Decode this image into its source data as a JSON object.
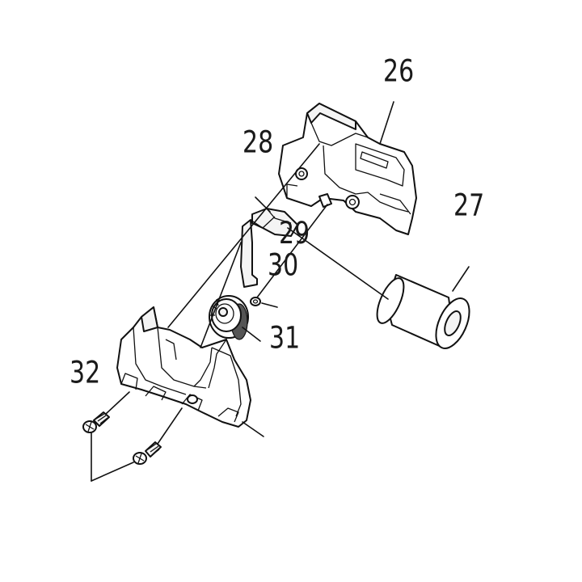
{
  "callouts": {
    "p26": "26",
    "p27": "27",
    "p28": "28",
    "p29": "29",
    "p30": "30",
    "p31": "31",
    "p32": "32"
  },
  "colors": {
    "line": "#111111",
    "background": "#ffffff",
    "shade": "#555555"
  }
}
